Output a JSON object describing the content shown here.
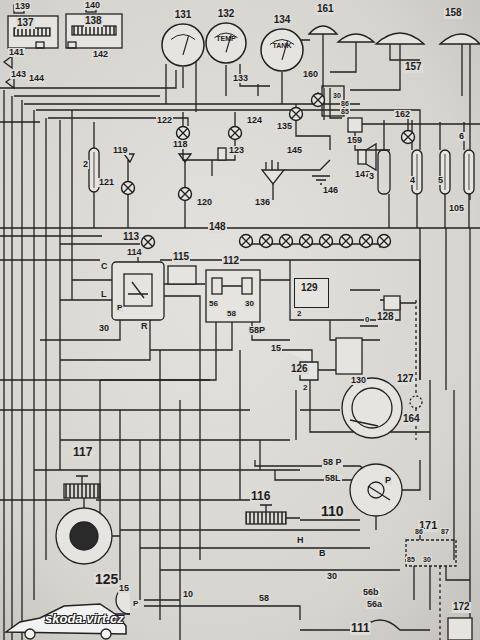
{
  "diagram": {
    "nodes": [
      {
        "text": [
          "131"
        ]
      },
      {
        "text": [
          "132",
          "TEMP"
        ]
      },
      {
        "text": [
          "134",
          "TANK"
        ]
      },
      {
        "text": [
          "129"
        ]
      }
    ],
    "labels": [
      "139",
      "140",
      "137",
      "138",
      "141",
      "142",
      "143",
      "144",
      "161",
      "160",
      "135",
      "133",
      "30",
      "86",
      "85",
      "159",
      "157",
      "158",
      "162",
      "147",
      "145",
      "146",
      "136",
      "122",
      "124",
      "123",
      "119",
      "118",
      "121",
      "120",
      "2",
      "3",
      "4",
      "5",
      "6",
      "105",
      "148",
      "113",
      "114",
      "115",
      "C",
      "L",
      "P",
      "30",
      "R",
      "112",
      "56",
      "30",
      "58",
      "58P",
      "15",
      "128",
      "126",
      "130",
      "127",
      "1",
      "2",
      "0",
      "2",
      "164",
      "117",
      "116",
      "110",
      "125",
      "58 P",
      "58L",
      "P",
      "H",
      "B",
      "30",
      "171",
      "86",
      "85",
      "30",
      "87",
      "15",
      "P",
      "10",
      "58",
      "56b",
      "56a",
      "111",
      "172",
      "skoda.virt.cz"
    ]
  }
}
